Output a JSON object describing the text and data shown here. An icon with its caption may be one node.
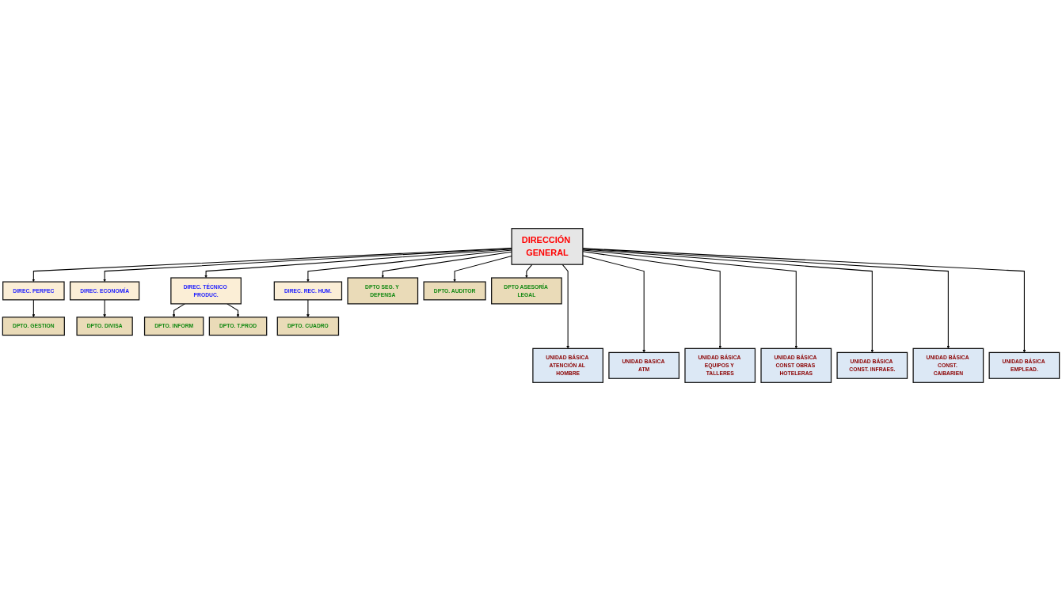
{
  "diagram": {
    "nodes": [
      {
        "text": [
          "DIRECCIÓN GENERAL"
        ]
      },
      {
        "text": [
          "DIREC. PERFEC"
        ]
      },
      {
        "text": [
          "DIREC. ECONOMÍA"
        ]
      },
      {
        "text": [
          "DIREC. TÉCNICO PRODUC."
        ]
      },
      {
        "text": [
          "DIREC. REC. HUM."
        ]
      },
      {
        "text": [
          "DPTO SEG. Y DEFENSA"
        ]
      },
      {
        "text": [
          "DPTO. AUDITOR"
        ]
      },
      {
        "text": [
          "DPTO ASESORÍA LEGAL"
        ]
      },
      {
        "text": [
          "DPTO. GESTION"
        ]
      },
      {
        "text": [
          "DPTO. DIVISA"
        ]
      },
      {
        "text": [
          "DPTO. INFORM"
        ]
      },
      {
        "text": [
          "DPTO. T.PROD"
        ]
      },
      {
        "text": [
          "DPTO. CUADRO"
        ]
      },
      {
        "text": [
          "UNIDAD BÁSICA ATENCIÓN AL HOMBRE"
        ]
      },
      {
        "text": [
          "UNIDAD BASICA ATM"
        ]
      },
      {
        "text": [
          "UNIDAD BÁSICA EQUIPOS Y TALLERES"
        ]
      },
      {
        "text": [
          "UNIDAD BÁSICA CONST OBRAS HOTELERAS"
        ]
      },
      {
        "text": [
          "UNIDAD BÁSICA CONST. INFRAES."
        ]
      },
      {
        "text": [
          "UNIDAD BÁSICA CONST. CAIBARIEN"
        ]
      },
      {
        "text": [
          "UNIDAD BÁSICA EMPLEAD."
        ]
      }
    ],
    "edges": [
      {
        "from": 0,
        "to": 1,
        "arrow": "to"
      },
      {
        "from": 0,
        "to": 2,
        "arrow": "to"
      },
      {
        "from": 0,
        "to": 3,
        "arrow": "to"
      },
      {
        "from": 0,
        "to": 4,
        "arrow": "to"
      },
      {
        "from": 0,
        "to": 5,
        "arrow": "to"
      },
      {
        "from": 0,
        "to": 6,
        "arrow": "to"
      },
      {
        "from": 0,
        "to": 7,
        "arrow": "to"
      },
      {
        "from": 1,
        "to": 8,
        "arrow": "to"
      },
      {
        "from": 2,
        "to": 9,
        "arrow": "to"
      },
      {
        "from": 3,
        "to": 10,
        "arrow": "to"
      },
      {
        "from": 3,
        "to": 11,
        "arrow": "to"
      },
      {
        "from": 4,
        "to": 12,
        "arrow": "to"
      },
      {
        "from": 0,
        "to": 13,
        "arrow": "to"
      },
      {
        "from": 0,
        "to": 14,
        "arrow": "to"
      },
      {
        "from": 0,
        "to": 15,
        "arrow": "to"
      },
      {
        "from": 0,
        "to": 16,
        "arrow": "to"
      },
      {
        "from": 0,
        "to": 17,
        "arrow": "to"
      },
      {
        "from": 0,
        "to": 18,
        "arrow": "to"
      },
      {
        "from": 0,
        "to": 19,
        "arrow": "to"
      }
    ]
  }
}
